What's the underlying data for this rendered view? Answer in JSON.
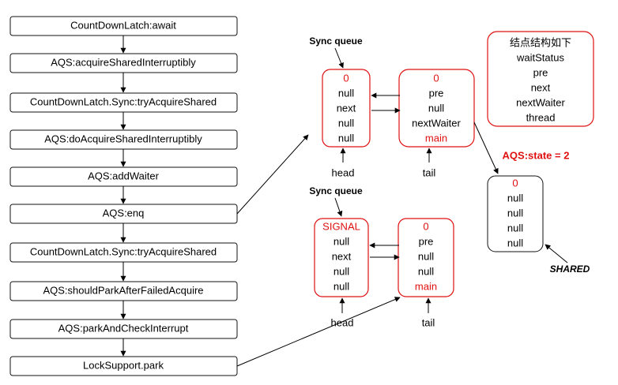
{
  "flow_steps": [
    "CountDownLatch:await",
    "AQS:acquireSharedInterruptibly",
    "CountDownLatch.Sync:tryAcquireShared",
    "AQS:doAcquireSharedInterruptibly",
    "AQS:addWaiter",
    "AQS:enq",
    "CountDownLatch.Sync:tryAcquireShared",
    "AQS:shouldParkAfterFailedAcquire",
    "AQS:parkAndCheckInterrupt",
    "LockSupport.park"
  ],
  "queue1": {
    "label": "Sync queue",
    "head_node": [
      "0",
      "null",
      "next",
      "null",
      "null"
    ],
    "tail_node": [
      "0",
      "pre",
      "null",
      "nextWaiter",
      "main"
    ],
    "head_label": "head",
    "tail_label": "tail"
  },
  "queue2": {
    "label": "Sync queue",
    "head_node": [
      "SIGNAL",
      "null",
      "next",
      "null",
      "null"
    ],
    "tail_node": [
      "0",
      "pre",
      "null",
      "null",
      "main"
    ],
    "head_label": "head",
    "tail_label": "tail"
  },
  "node_structure": {
    "title": "结点结构如下",
    "fields": [
      "waitStatus",
      "pre",
      "next",
      "nextWaiter",
      "thread"
    ]
  },
  "aqs_state": "AQS:state = 2",
  "shared_node": [
    "0",
    "null",
    "null",
    "null",
    "null"
  ],
  "shared_label": "SHARED",
  "colors": {
    "accent": "#e01010",
    "text": "#000000",
    "border": "#111111"
  }
}
